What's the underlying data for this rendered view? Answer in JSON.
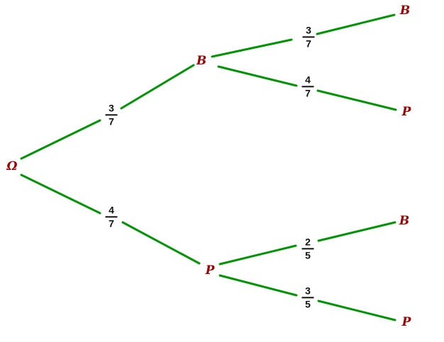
{
  "diagram": {
    "colors": {
      "edge": "#009405",
      "node_label": "#990000",
      "fraction": "#111111",
      "background": "#ffffff"
    },
    "nodes": {
      "root": {
        "label": "Ω"
      },
      "b": {
        "label": "B"
      },
      "p": {
        "label": "P"
      },
      "bb": {
        "label": "B"
      },
      "bp": {
        "label": "P"
      },
      "pb": {
        "label": "B"
      },
      "pp": {
        "label": "P"
      }
    },
    "probabilities": {
      "root_to_b": {
        "numerator": "3",
        "denominator": "7"
      },
      "root_to_p": {
        "numerator": "4",
        "denominator": "7"
      },
      "b_to_b": {
        "numerator": "3",
        "denominator": "7"
      },
      "b_to_p": {
        "numerator": "4",
        "denominator": "7"
      },
      "p_to_b": {
        "numerator": "2",
        "denominator": "5"
      },
      "p_to_p": {
        "numerator": "3",
        "denominator": "5"
      }
    }
  }
}
